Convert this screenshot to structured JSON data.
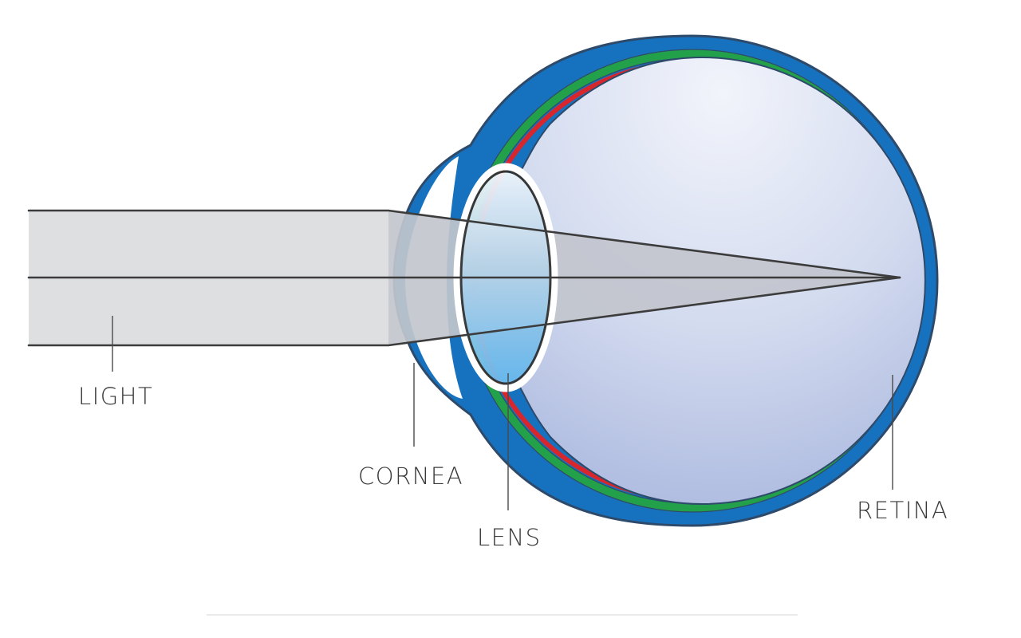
{
  "diagram": {
    "labels": {
      "light": "LIGHT",
      "cornea": "CORNEA",
      "lens": "LENS",
      "retina": "RETINA"
    },
    "colors": {
      "background": "#ffffff",
      "sclera_blue": "#1672bf",
      "outer_edge": "#2e4a6b",
      "choroid_green": "#23a04a",
      "retina_red": "#d7262c",
      "vitreous_light": "#f2f4fb",
      "vitreous_dark": "#aebbe0",
      "light_beam": "#dadbdd",
      "ray_line": "#3c3c3c",
      "lens_top": "#f4f8fd",
      "lens_bottom": "#6bbbef",
      "separator": "#e3e3e3"
    }
  }
}
